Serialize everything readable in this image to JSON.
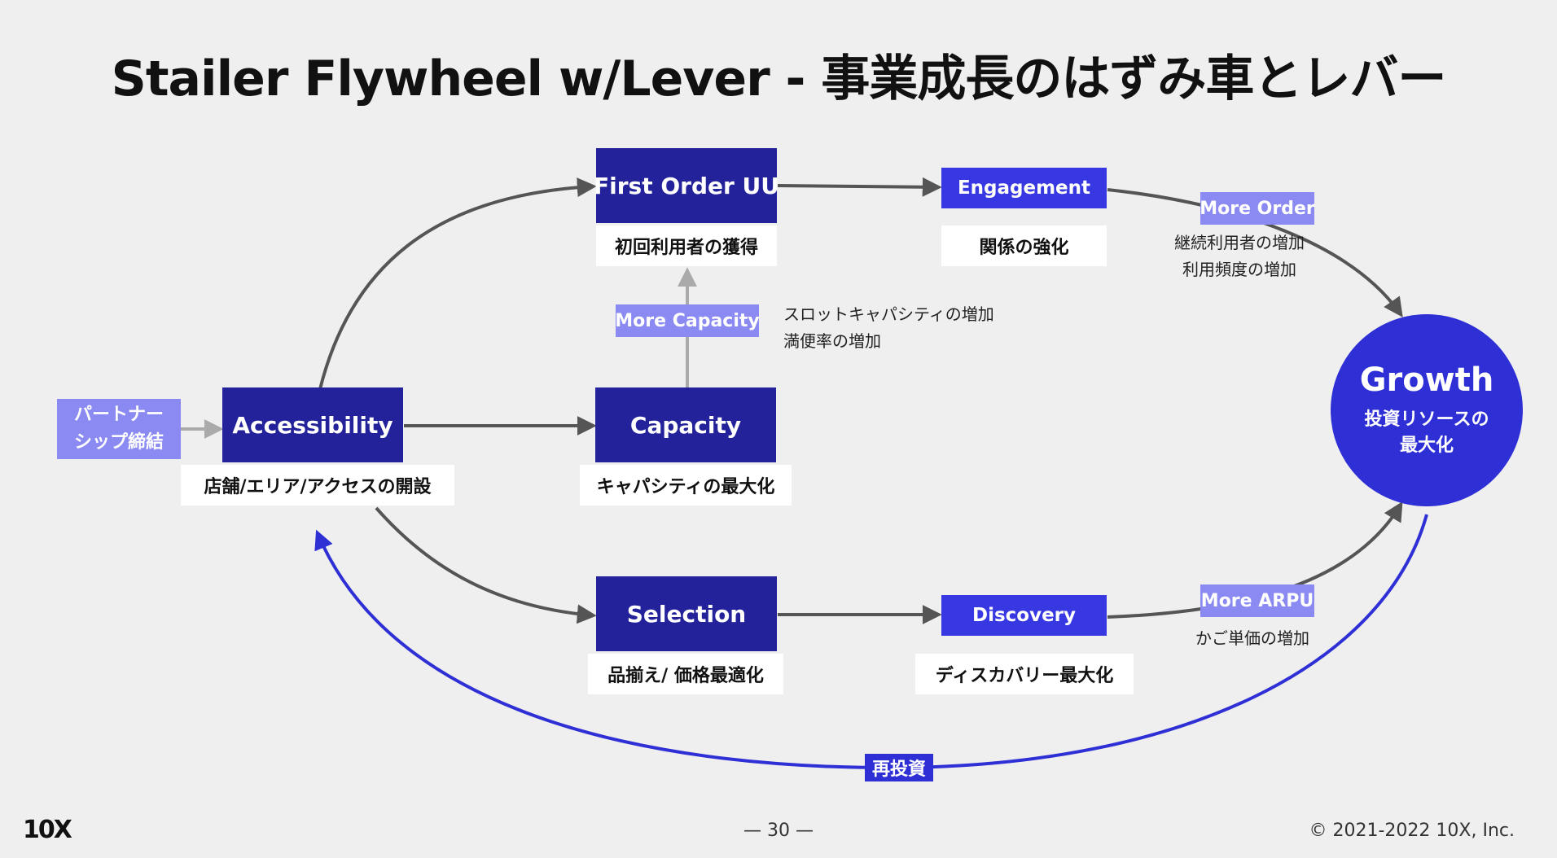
{
  "title": "Stailer Flywheel w/Lever - 事業成長のはずみ車とレバー",
  "partner": {
    "line1": "パートナー",
    "line2": "シップ締結"
  },
  "nodes": {
    "accessibility": {
      "label": "Accessibility",
      "caption": "店舗/エリア/アクセスの開設"
    },
    "first_order": {
      "label": "First Order UU",
      "caption": "初回利用者の獲得"
    },
    "capacity": {
      "label": "Capacity",
      "caption": "キャパシティの最大化"
    },
    "engagement": {
      "label": "Engagement",
      "caption": "関係の強化"
    },
    "selection": {
      "label": "Selection",
      "caption": "品揃え/ 価格最適化"
    },
    "discovery": {
      "label": "Discovery",
      "caption": "ディスカバリー最大化"
    }
  },
  "levers": {
    "more_capacity": {
      "label": "More Capacity",
      "notes": [
        "スロットキャパシティの増加",
        "満便率の増加"
      ]
    },
    "more_order": {
      "label": "More Order",
      "notes": [
        "継続利用者の増加",
        "利用頻度の増加"
      ]
    },
    "more_arpu": {
      "label": "More ARPU",
      "notes": [
        "かご単価の増加"
      ]
    }
  },
  "growth": {
    "title": "Growth",
    "line1": "投資リソースの",
    "line2": "最大化"
  },
  "reinvest": "再投資",
  "footer": {
    "logo": "10X",
    "page": "— 30 —",
    "copyright": "© 2021-2022 10X, Inc."
  },
  "colors": {
    "dark_box": "#23229b",
    "light_box": "#3838e2",
    "lever": "#8a8af2",
    "growth": "#2f2fd6",
    "arrow": "#555555",
    "reinvest_arrow": "#2f2fd6"
  }
}
